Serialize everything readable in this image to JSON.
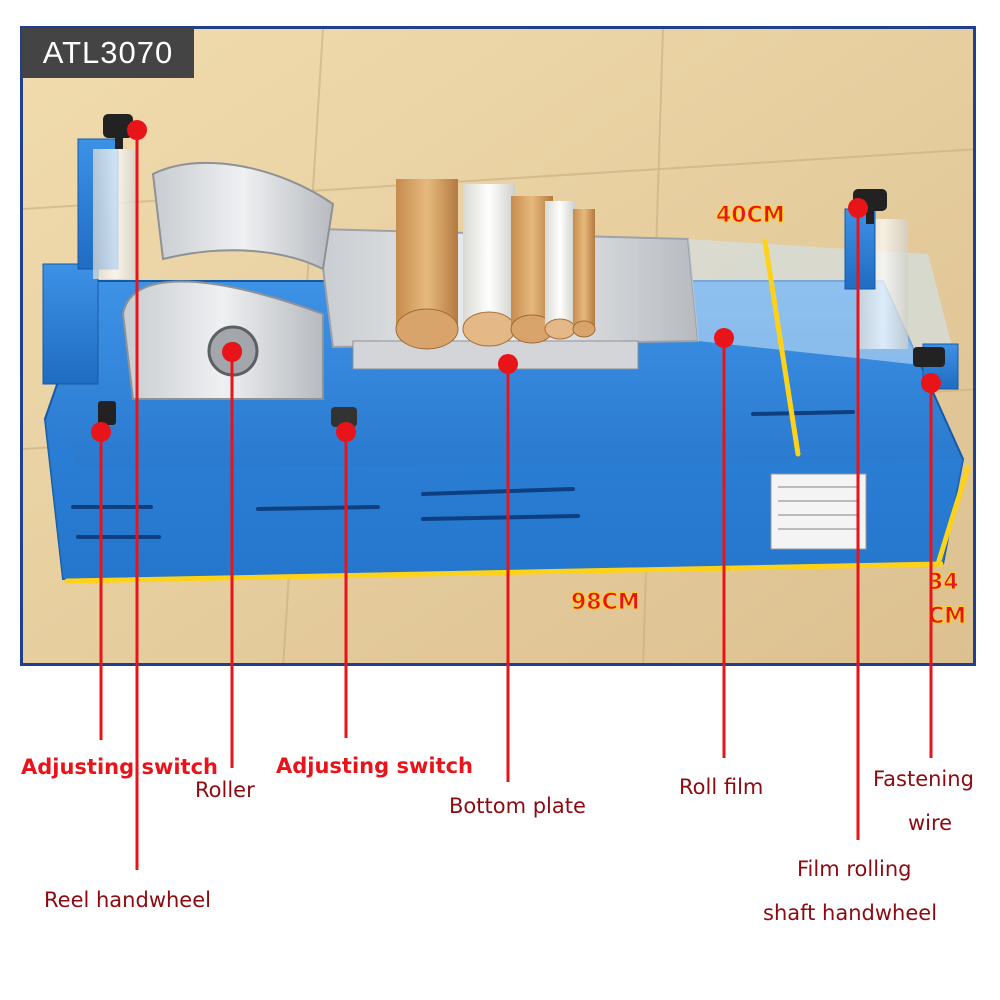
{
  "model": "ATL3070",
  "dimensions": {
    "width": "40CM",
    "length": "98CM",
    "height_num": "34",
    "height_unit": "CM"
  },
  "labels": {
    "adjusting_switch_left": "Adjusting switch",
    "reel_handwheel": "Reel handwheel",
    "roller": "Roller",
    "adjusting_switch_right": "Adjusting switch",
    "bottom_plate": "Bottom plate",
    "roll_film": "Roll film",
    "fastening_wire_1": "Fastening",
    "fastening_wire_2": "wire",
    "film_rolling_1": "Film rolling",
    "film_rolling_2": "shaft handwheel"
  },
  "colors": {
    "accent": "#e8141a",
    "frame": "#1f3f8f",
    "machine": "#2e7fd6",
    "measure": "#ffd21a"
  }
}
